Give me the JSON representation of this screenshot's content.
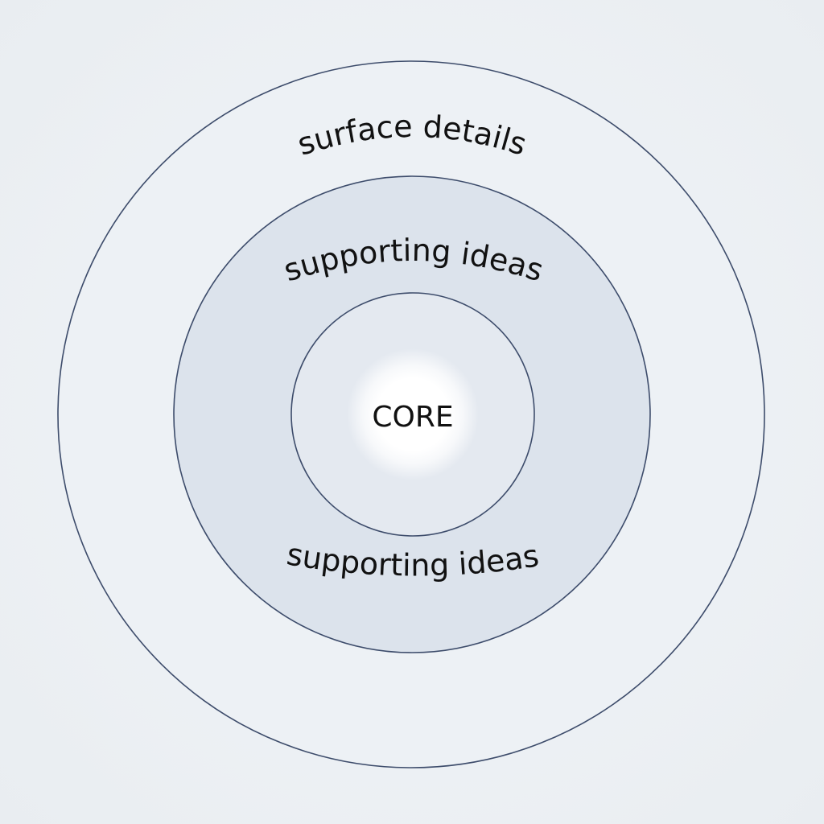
{
  "diagram": {
    "outer_label": "surface details",
    "middle_label_top": "supporting ideas",
    "middle_label_bottom": "supporting ideas",
    "core_label": "CORE"
  },
  "colors": {
    "background": "#eef1f4",
    "outer_fill": "#edf1f5",
    "middle_fill": "#dce3ec",
    "inner_fill": "#e4e9f0",
    "ring_stroke": "#3d4c6b",
    "core_glow": "#ffffff",
    "text": "#111111"
  }
}
